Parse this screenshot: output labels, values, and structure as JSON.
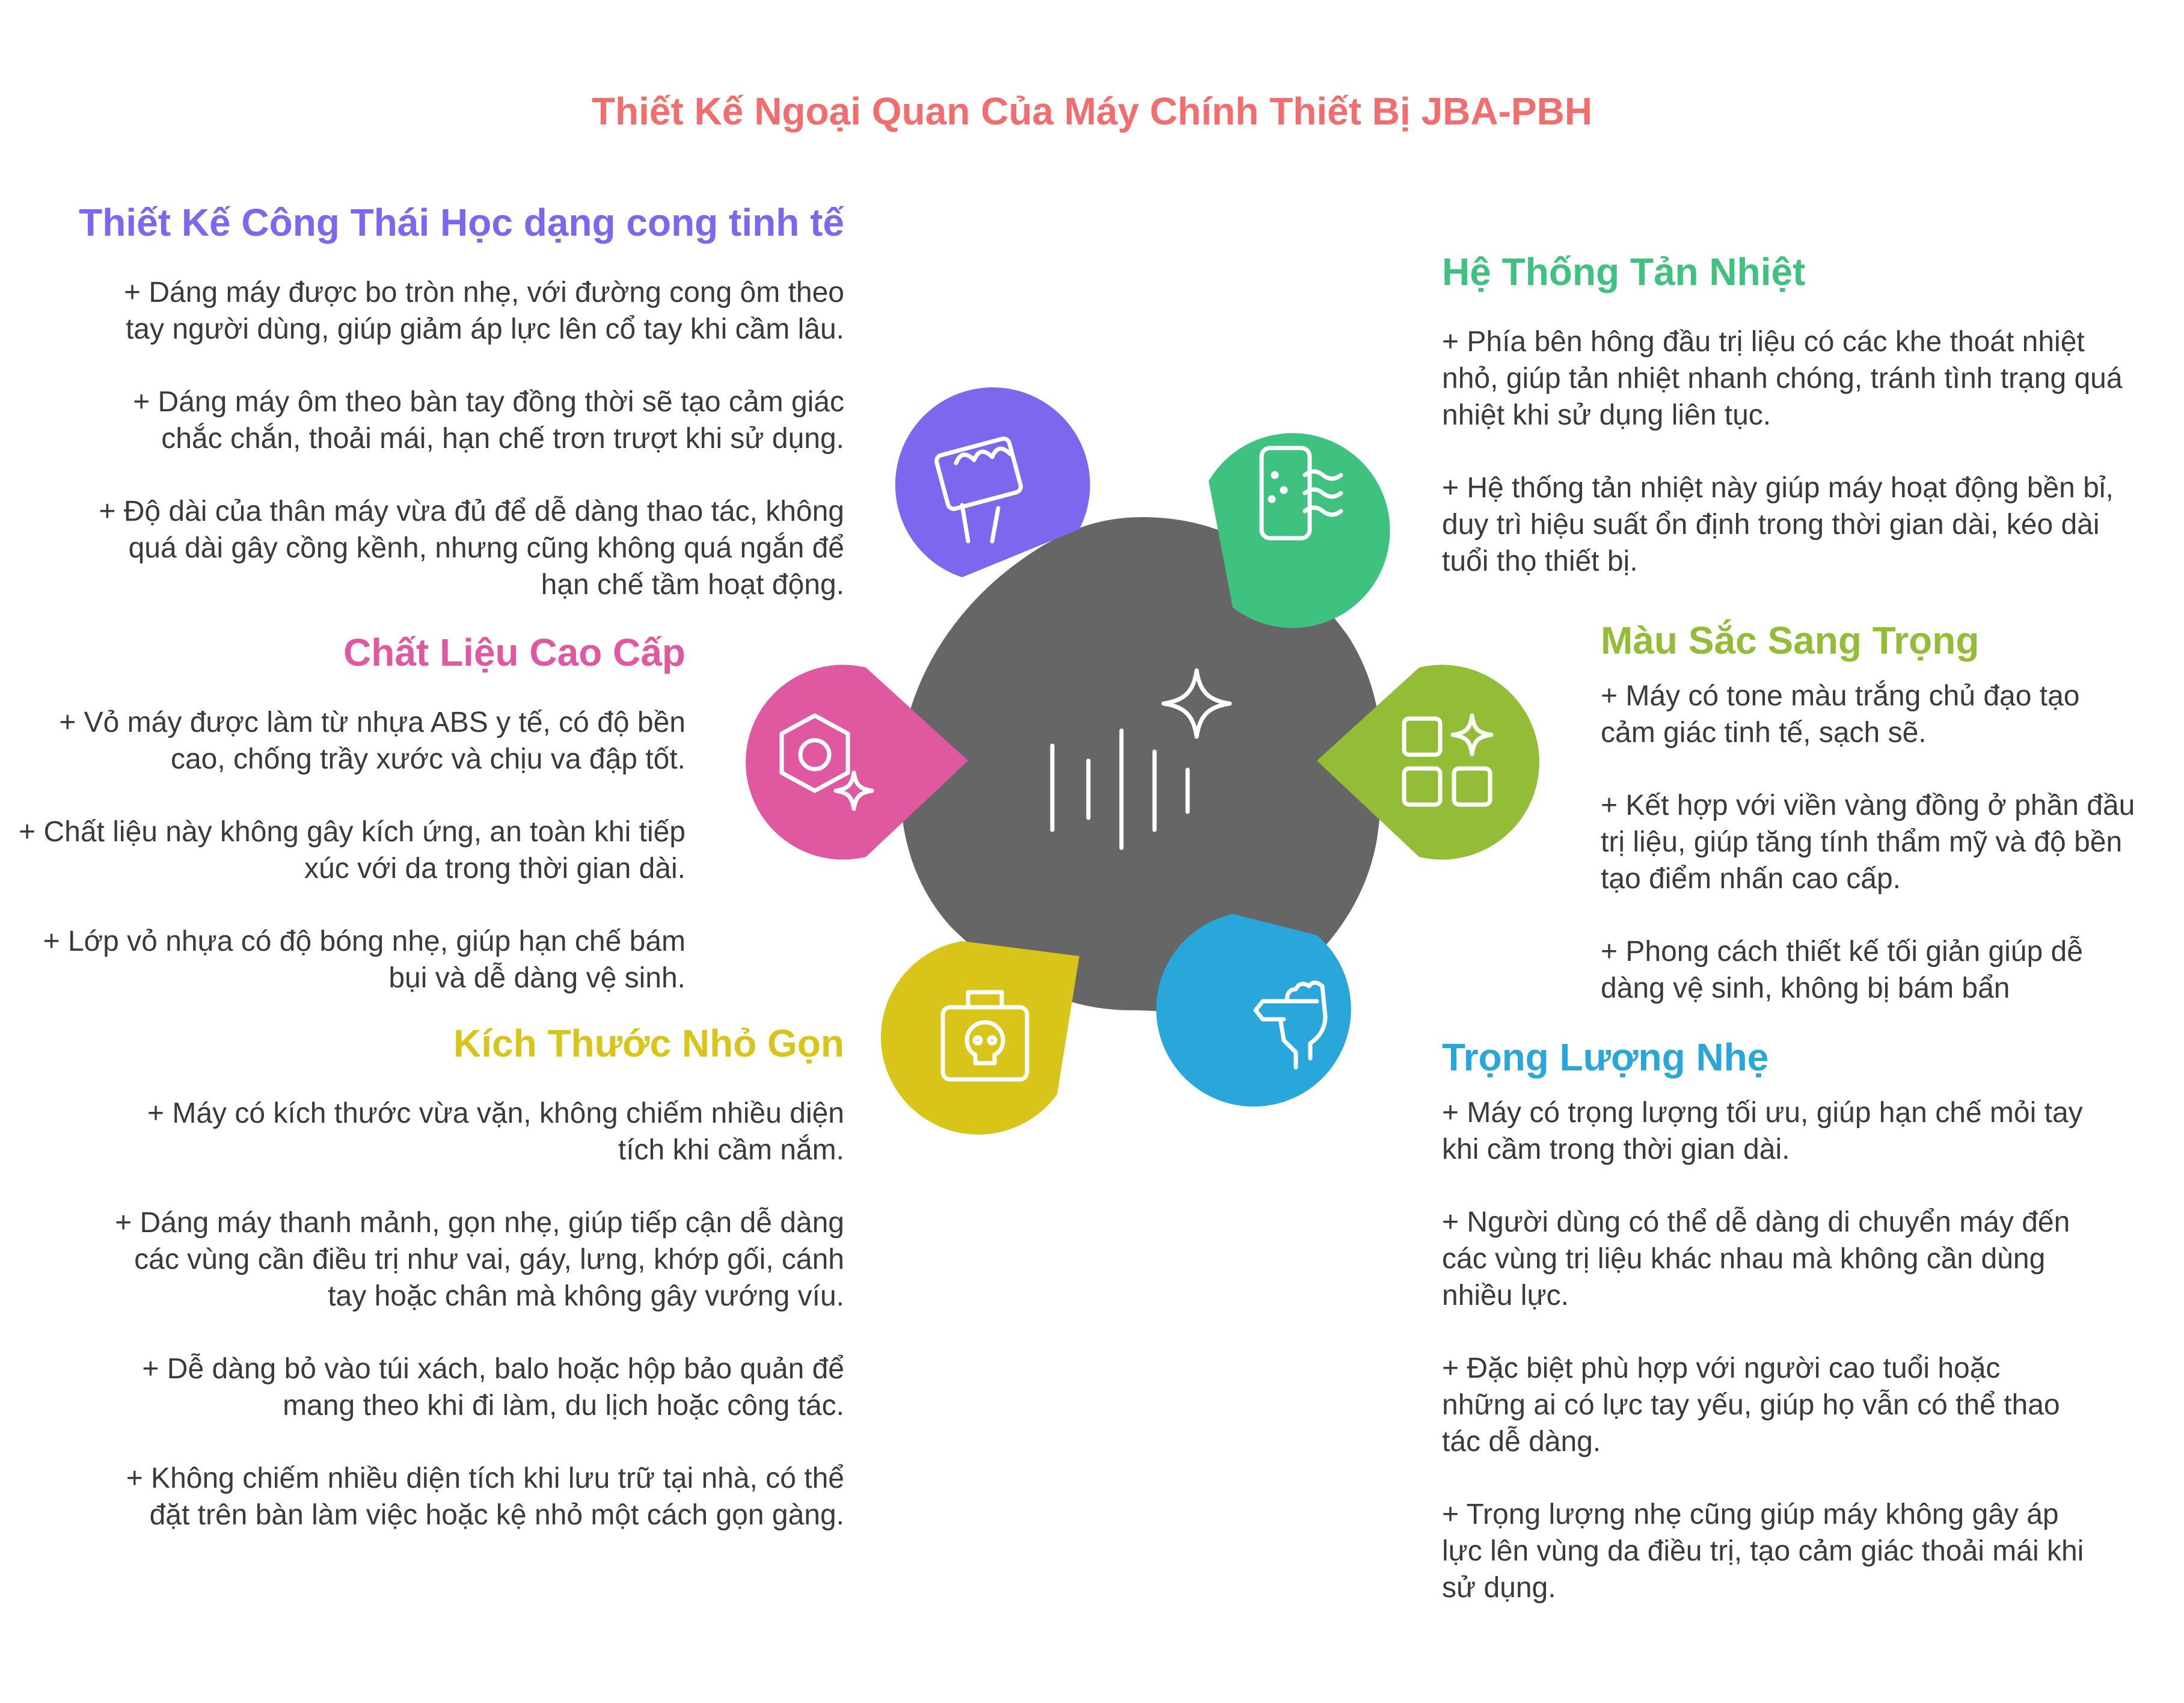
{
  "title": "Thiết Kế Ngoại Quan Của Máy Chính Thiết Bị JBA-PBH",
  "colors": {
    "title": "#f26d6d",
    "center": "#666666",
    "ergonomic": "#7b68ee",
    "material": "#e0589f",
    "size": "#d9c41a",
    "cooling": "#3fc17f",
    "color": "#93bd37",
    "weight": "#2aa7da"
  },
  "sections": {
    "ergonomic": {
      "heading": "Thiết Kế Công Thái Học dạng cong tinh tế",
      "icon": "fist-holding-device-icon",
      "items": [
        "+ Dáng máy được bo tròn nhẹ, với đường cong ôm theo tay người dùng, giúp giảm áp lực lên cổ tay khi cầm lâu.",
        "+ Dáng máy ôm theo bàn tay đồng thời sẽ tạo cảm giác chắc chắn, thoải mái, hạn chế trơn trượt khi sử dụng.",
        "+ Độ dài của thân máy vừa đủ để dễ dàng thao tác, không quá dài gây cồng kềnh, nhưng cũng không quá ngắn để hạn chế tầm hoạt động."
      ]
    },
    "material": {
      "heading": "Chất Liệu Cao Cấp",
      "icon": "hexagon-sparkle-icon",
      "items": [
        "+ Vỏ máy được làm từ nhựa ABS y tế, có độ bền cao, chống trầy xước và chịu va đập tốt.",
        "+ Chất liệu này không gây kích ứng, an toàn khi tiếp xúc với da trong thời gian dài.",
        "+ Lớp vỏ nhựa có độ bóng nhẹ, giúp hạn chế bám bụi và dễ dàng vệ sinh."
      ]
    },
    "size": {
      "heading": "Kích Thước Nhỏ Gọn",
      "icon": "skull-bag-icon",
      "items": [
        "+ Máy có kích thước vừa vặn, không chiếm nhiều diện tích khi cầm nắm.",
        "+ Dáng máy thanh mảnh, gọn nhẹ, giúp tiếp cận dễ dàng các vùng cần điều trị như vai, gáy, lưng, khớp gối, cánh tay hoặc chân mà không gây vướng víu.",
        "+ Dễ dàng bỏ vào túi xách, balo hoặc hộp bảo quản để mang theo khi đi làm, du lịch hoặc công tác.",
        "+ Không chiếm nhiều diện tích khi lưu trữ tại nhà, có thể đặt trên bàn làm việc hoặc kệ nhỏ một cách gọn gàng."
      ]
    },
    "cooling": {
      "heading": "Hệ Thống Tản Nhiệt",
      "icon": "phone-heat-waves-icon",
      "items": [
        "+ Phía bên hông đầu trị liệu có các khe thoát nhiệt nhỏ, giúp tản nhiệt nhanh chóng, tránh tình trạng quá nhiệt khi sử dụng liên tục.",
        "+ Hệ thống tản nhiệt này giúp máy hoạt động bền bỉ, duy trì hiệu suất ổn định trong thời gian dài, kéo dài tuổi thọ thiết bị."
      ]
    },
    "color": {
      "heading": "Màu Sắc Sang Trọng",
      "icon": "grid-sparkle-icon",
      "items": [
        "+ Máy có tone màu trắng chủ đạo tạo cảm giác tinh tế, sạch sẽ.",
        "+ Kết hợp với viền vàng đồng ở phần đầu trị liệu, giúp tăng tính thẩm mỹ và độ bền tạo điểm nhấn cao cấp.",
        "+ Phong cách thiết kế tối giản giúp dễ dàng vệ sinh, không bị bám bẩn"
      ]
    },
    "weight": {
      "heading": "Trọng Lượng Nhẹ",
      "icon": "hand-holding-pen-icon",
      "items": [
        "+ Máy có trọng lượng tối ưu, giúp hạn chế mỏi tay khi cầm trong thời gian dài.",
        "+ Người dùng có thể dễ dàng di chuyển máy đến các vùng trị liệu khác nhau mà không cần dùng nhiều lực.",
        "+ Đặc biệt phù hợp với người cao tuổi hoặc những ai có lực tay yếu, giúp họ vẫn có thể thao tác dễ dàng.",
        "+ Trọng lượng nhẹ cũng giúp máy không gây áp lực lên vùng da điều trị, tạo cảm giác thoải mái khi sử dụng."
      ]
    }
  }
}
